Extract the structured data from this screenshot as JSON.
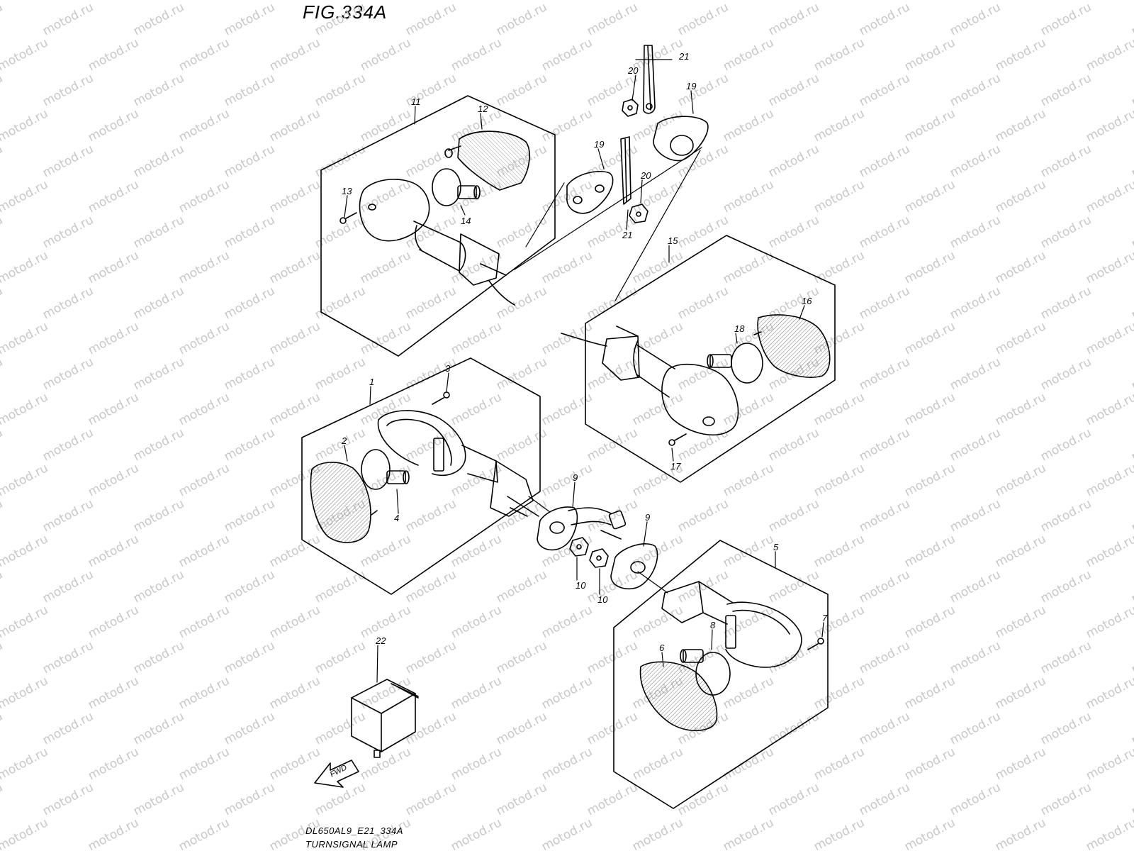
{
  "figure": {
    "title": "FIG.334A",
    "code": "DL650AL9_E21_334A",
    "name": "TURNSIGNAL LAMP"
  },
  "watermark": "motod.ru",
  "fwd_label": "FWD",
  "callouts": [
    "1",
    "2",
    "3",
    "4",
    "5",
    "6",
    "7",
    "8",
    "9",
    "9",
    "10",
    "10",
    "11",
    "12",
    "13",
    "14",
    "15",
    "16",
    "17",
    "18",
    "19",
    "19",
    "20",
    "20",
    "21",
    "21",
    "22"
  ],
  "colors": {
    "line": "#000000",
    "watermark": "#c8c8c8",
    "lens_hatch": "#555555"
  }
}
